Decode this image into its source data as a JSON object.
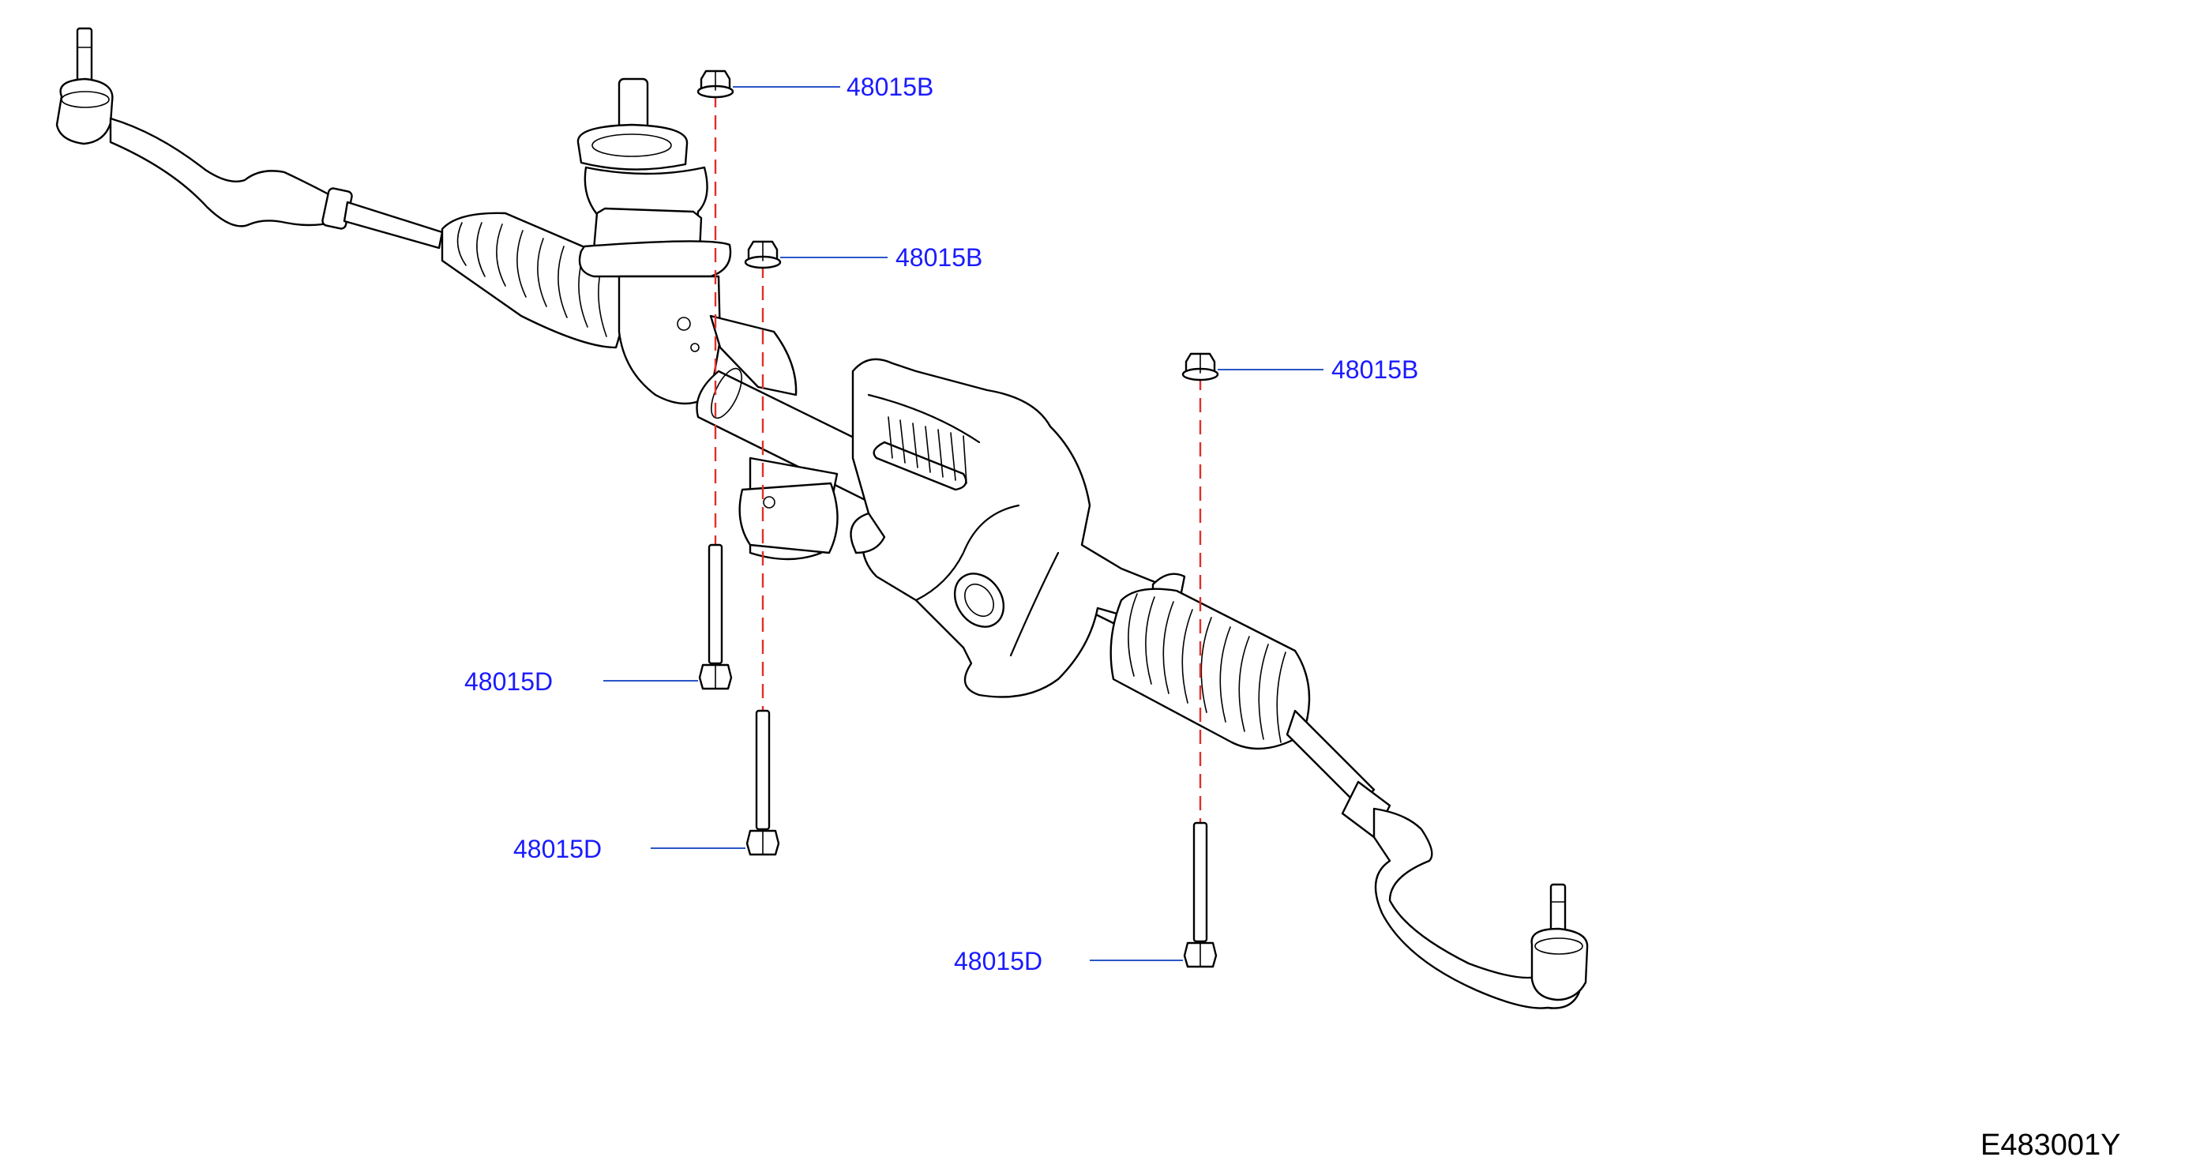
{
  "diagram": {
    "callouts": [
      {
        "id": "nut-1",
        "text": "48015B"
      },
      {
        "id": "nut-2",
        "text": "48015B"
      },
      {
        "id": "nut-3",
        "text": "48015B"
      },
      {
        "id": "bolt-1",
        "text": "48015D"
      },
      {
        "id": "bolt-2",
        "text": "48015D"
      },
      {
        "id": "bolt-3",
        "text": "48015D"
      }
    ],
    "illustration_code": "E483001Y",
    "colors": {
      "label": "#1a1aff",
      "leader": "#2a56c6",
      "centerline": "#e0302a",
      "outline": "#000000"
    }
  }
}
